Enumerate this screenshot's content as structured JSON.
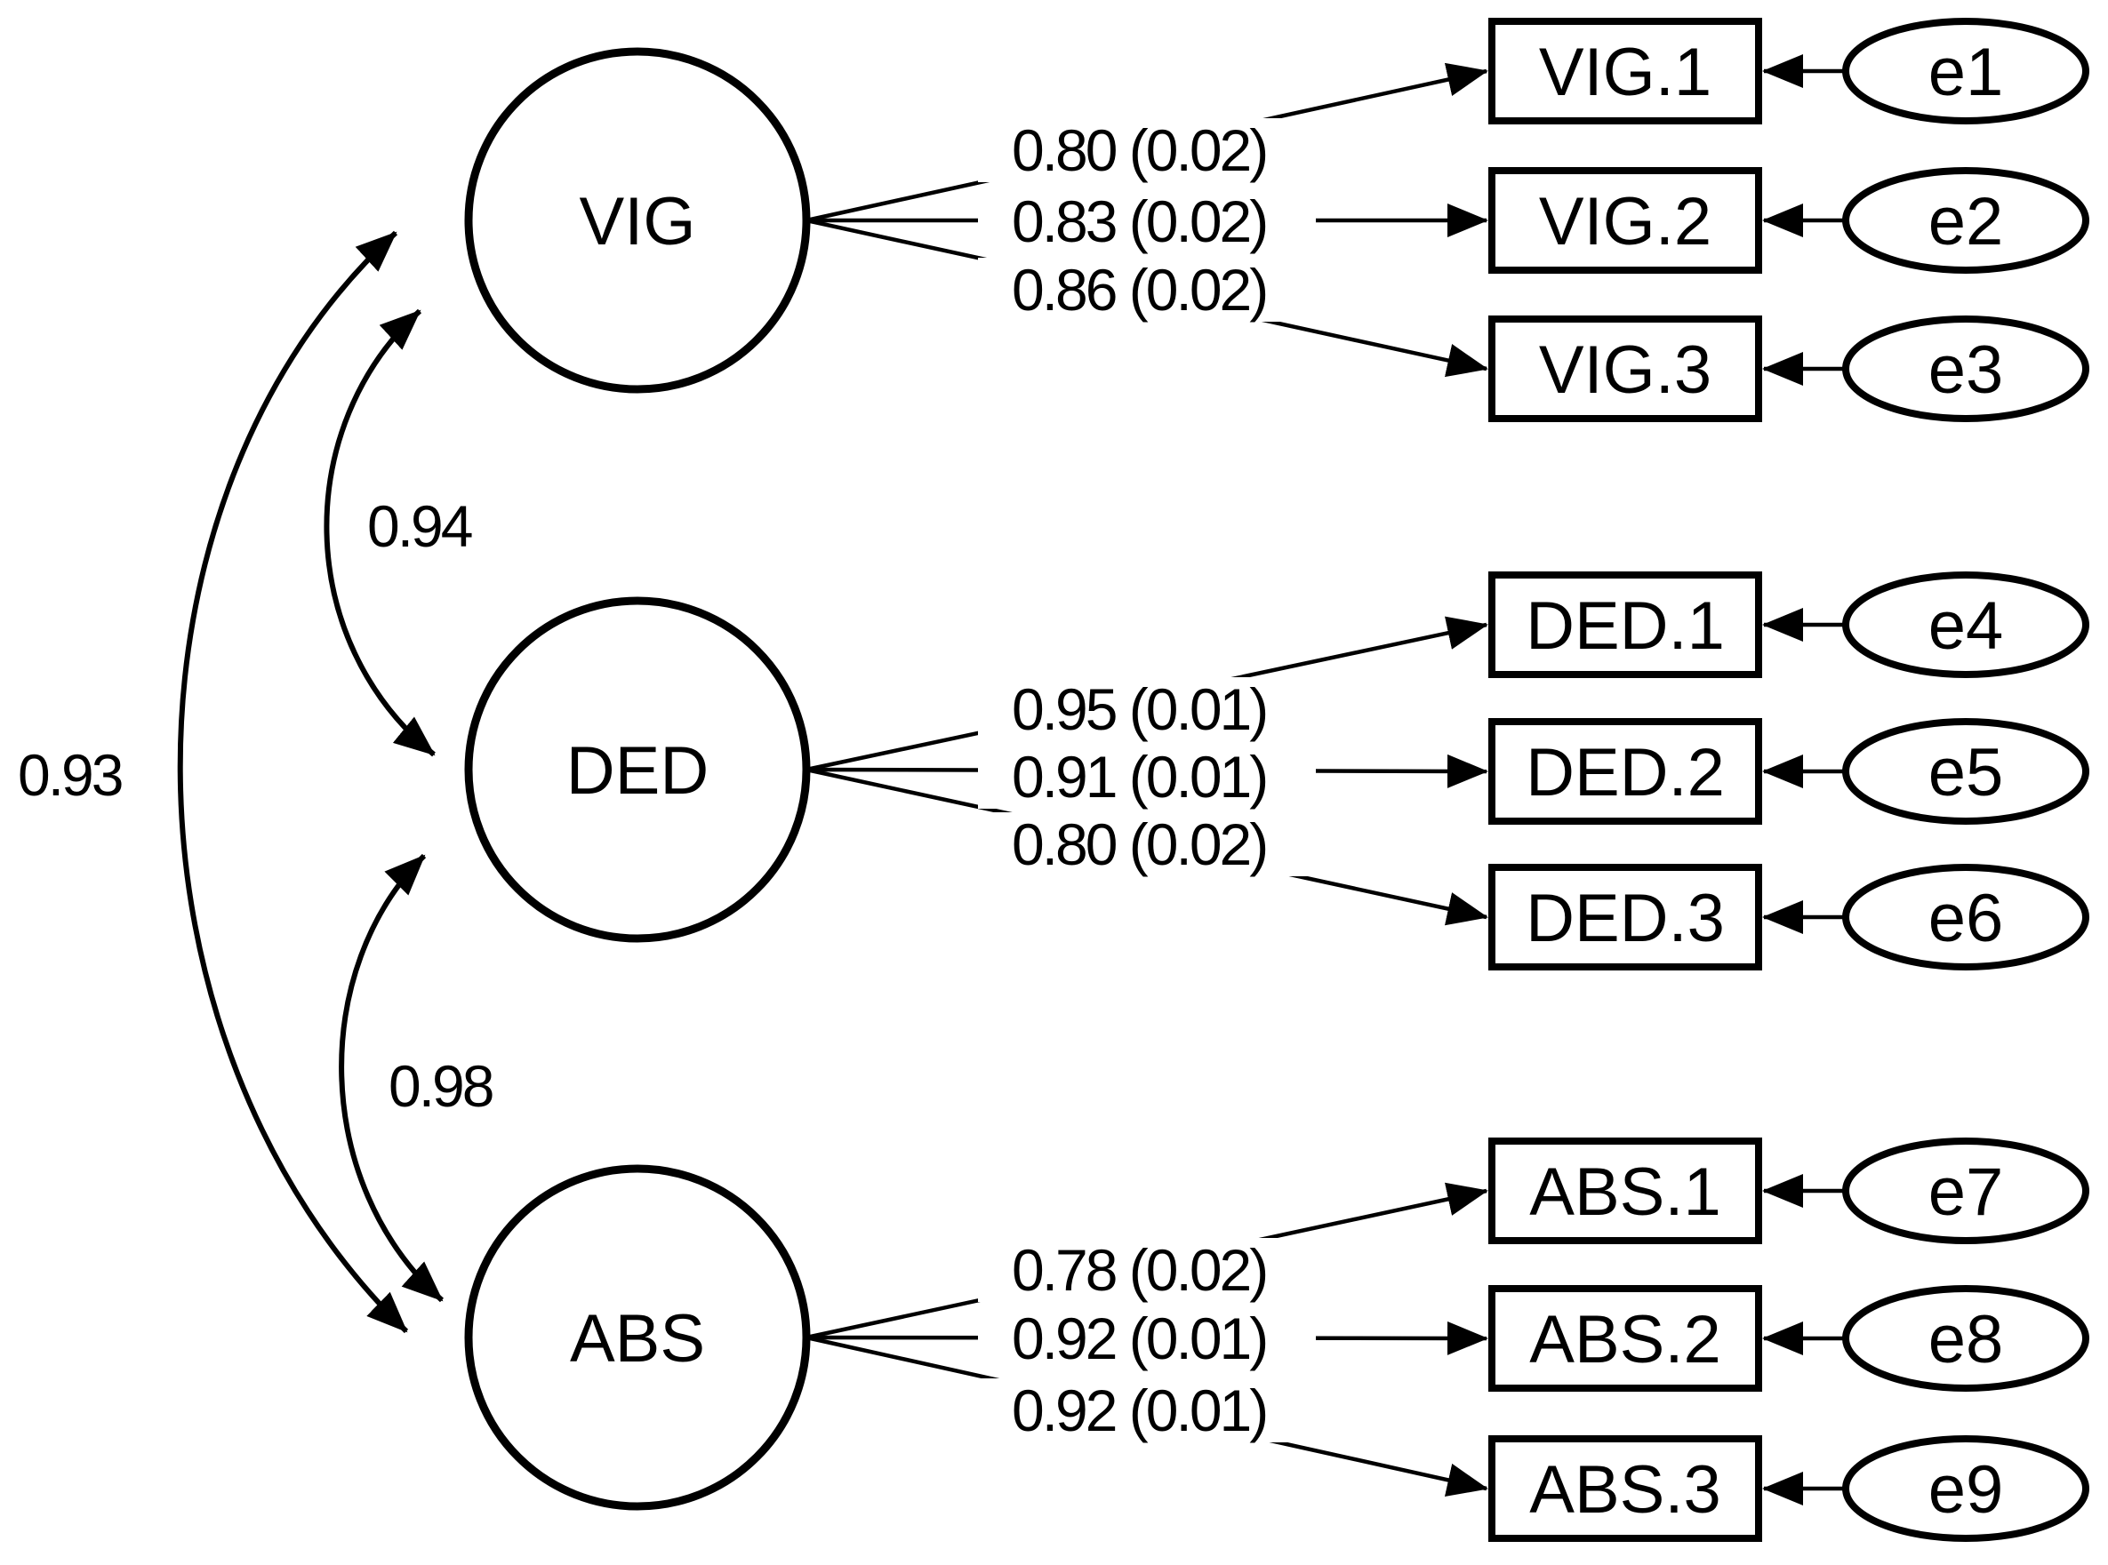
{
  "diagram": {
    "type": "structural-equation-model-path-diagram",
    "colors": {
      "ink": "#000000",
      "background": "#ffffff"
    },
    "factors": [
      {
        "label": "VIG",
        "indicators": [
          {
            "label": "VIG.1",
            "loading": "0.80 (0.02)",
            "error": "e1"
          },
          {
            "label": "VIG.2",
            "loading": "0.83 (0.02)",
            "error": "e2"
          },
          {
            "label": "VIG.3",
            "loading": "0.86 (0.02)",
            "error": "e3"
          }
        ]
      },
      {
        "label": "DED",
        "indicators": [
          {
            "label": "DED.1",
            "loading": "0.95 (0.01)",
            "error": "e4"
          },
          {
            "label": "DED.2",
            "loading": "0.91 (0.01)",
            "error": "e5"
          },
          {
            "label": "DED.3",
            "loading": "0.80 (0.02)",
            "error": "e6"
          }
        ]
      },
      {
        "label": "ABS",
        "indicators": [
          {
            "label": "ABS.1",
            "loading": "0.78 (0.02)",
            "error": "e7"
          },
          {
            "label": "ABS.2",
            "loading": "0.92 (0.01)",
            "error": "e8"
          },
          {
            "label": "ABS.3",
            "loading": "0.92 (0.01)",
            "error": "e9"
          }
        ]
      }
    ],
    "correlations": [
      {
        "between": "VIG-DED",
        "value": "0.94"
      },
      {
        "between": "DED-ABS",
        "value": "0.98"
      },
      {
        "between": "VIG-ABS",
        "value": "0.93"
      }
    ]
  }
}
